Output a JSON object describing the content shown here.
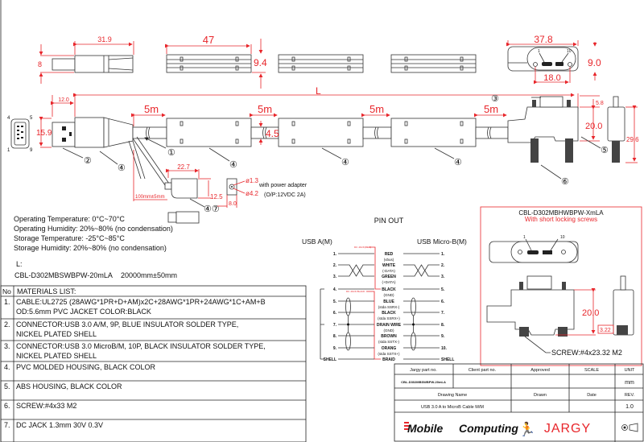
{
  "colors": {
    "dimension": "#e8262b",
    "line": "#333333",
    "logo_red": "#e8262b"
  },
  "top_views": {
    "usb_a_length": "31.9",
    "usb_a_height": "8",
    "repeater_length": "47",
    "repeater_height": "9.4",
    "microb_length": "37.8",
    "microb_height": "9.0",
    "microb_screw_pitch": "18.0",
    "pin_first": "1",
    "pin_last": "10"
  },
  "main_view": {
    "total_length_label": "L",
    "usb_a_plug_length": "12.0",
    "usb_a_plug_height": "15.9",
    "segments": [
      "5m",
      "5m",
      "5m",
      "5m"
    ],
    "cable_diameter": "4.5",
    "microb_top": "5.8",
    "microb_height": "20.0",
    "microb_total_height": "29.6",
    "usb_a_pins": [
      "4",
      "5",
      "1",
      "9"
    ],
    "callouts": [
      "①",
      "②",
      "③",
      "④",
      "⑤",
      "⑥",
      "④⑦"
    ]
  },
  "dc_jack": {
    "length": "22.7",
    "height": "12.5",
    "branch_length": "100mm±5mm",
    "inner_diameter": "ø1.3",
    "outer_diameter": "ø4.2",
    "width": "8.0",
    "adapter_note": "with power adapter",
    "adapter_spec": "(O/P:12VDC 2A)"
  },
  "environment": [
    "Operating Temperature: 0°C~70°C",
    "Operating Humidity: 20%~80% (no condensation)",
    "Storage Temperature: -25°C~85°C",
    "Storage  Humidity: 20%~80% (no condensation)"
  ],
  "length_spec": {
    "label": "L:",
    "part": "CBL-D302MBSWBPW-20mLA",
    "value": "20000mm±50mm"
  },
  "materials": {
    "header_no": "No",
    "header_title": "MATERIALS LIST:",
    "items": [
      {
        "no": "1.",
        "lines": [
          "CABLE:UL2725 (28AWG*1PR+D+AM)x2C+28AWG*1PR+24AWG*1C+AM+B",
          "OD:5.6mm  PVC JACKET COLOR:BLACK"
        ]
      },
      {
        "no": "2.",
        "lines": [
          "CONNECTOR:USB 3.0 A/M, 9P, BLUE INSULATOR SOLDER TYPE,",
          "NICKEL PLATED SHELL"
        ]
      },
      {
        "no": "3.",
        "lines": [
          "CONNECTOR:USB 3.0 MicroB/M, 10P, BLACK INSULATOR SOLDER TYPE,",
          "NICKEL PLATED SHELL"
        ]
      },
      {
        "no": "4.",
        "lines": [
          "PVC MOLDED HOUSING, BLACK COLOR",
          ""
        ]
      },
      {
        "no": "5.",
        "lines": [
          "ABS HOUSING, BLACK COLOR",
          ""
        ]
      },
      {
        "no": "6.",
        "lines": [
          "SCREW:#4x33 M2",
          ""
        ]
      },
      {
        "no": "7.",
        "lines": [
          "DC JACK 1.3mm 30V 0.3V",
          ""
        ]
      }
    ]
  },
  "pinout": {
    "title": "PIN OUT",
    "left_title": "USB A(M)",
    "right_title": "USB Micro-B(M)",
    "dc_red_label": "DC JACK(RED)",
    "dc_black_label": "DC JACK BLACK",
    "rows": [
      {
        "left": "1.",
        "color": "RED",
        "sub": "(vbus)",
        "right": "1."
      },
      {
        "left": "2.",
        "color": "WHITE",
        "sub": "(-DATA)",
        "right": "2."
      },
      {
        "left": "3.",
        "color": "GREEN",
        "sub": "(+DATA)",
        "right": "3."
      },
      {
        "left": "4.",
        "color": "BLACK",
        "sub": "(GND)",
        "right": "5."
      },
      {
        "left": "5.",
        "color": "BLUE",
        "sub": "(stda SSRX-)",
        "right": "6."
      },
      {
        "left": "6.",
        "color": "BLACK",
        "sub": "(stda SSRX+)",
        "right": "7."
      },
      {
        "left": "7.",
        "color": "DRAIN WIRE",
        "sub": "(GND)",
        "right": "8."
      },
      {
        "left": "8.",
        "color": "BROWN",
        "sub": "(stda SSTX-)",
        "right": "9."
      },
      {
        "left": "9.",
        "color": "ORANG",
        "sub": "(stda SSTX+)",
        "right": "10."
      },
      {
        "left": "SHELL",
        "color": "BRAID",
        "sub": "",
        "right": "SHELL"
      }
    ]
  },
  "variant": {
    "part": "CBL-D302MBHWBPW-XmLA",
    "note": "With short locking screws",
    "pin_first": "1",
    "pin_last": "10",
    "height": "20.0",
    "screw_offset": "3.22",
    "screw": "SCREW:#4x23.32 M2"
  },
  "title_block": {
    "h_part": "Jargy part no.",
    "h_client": "Client part no.",
    "h_approved": "Approved",
    "h_scale": "SCALE",
    "h_unit": "UNIT",
    "part_no": "CBL-D302MBSWBPW-20mLA",
    "unit": "mm",
    "h_drawing": "Drawing Name",
    "h_drawn": "Drawn",
    "h_date": "Date",
    "h_rev": "REV.",
    "drawing_name": "USB 3.0 A to MicroB Cable M/M",
    "rev": "1.0",
    "logo_mobile": "Mobile",
    "logo_computing": "Computing",
    "logo_jargy": "JARGY"
  }
}
